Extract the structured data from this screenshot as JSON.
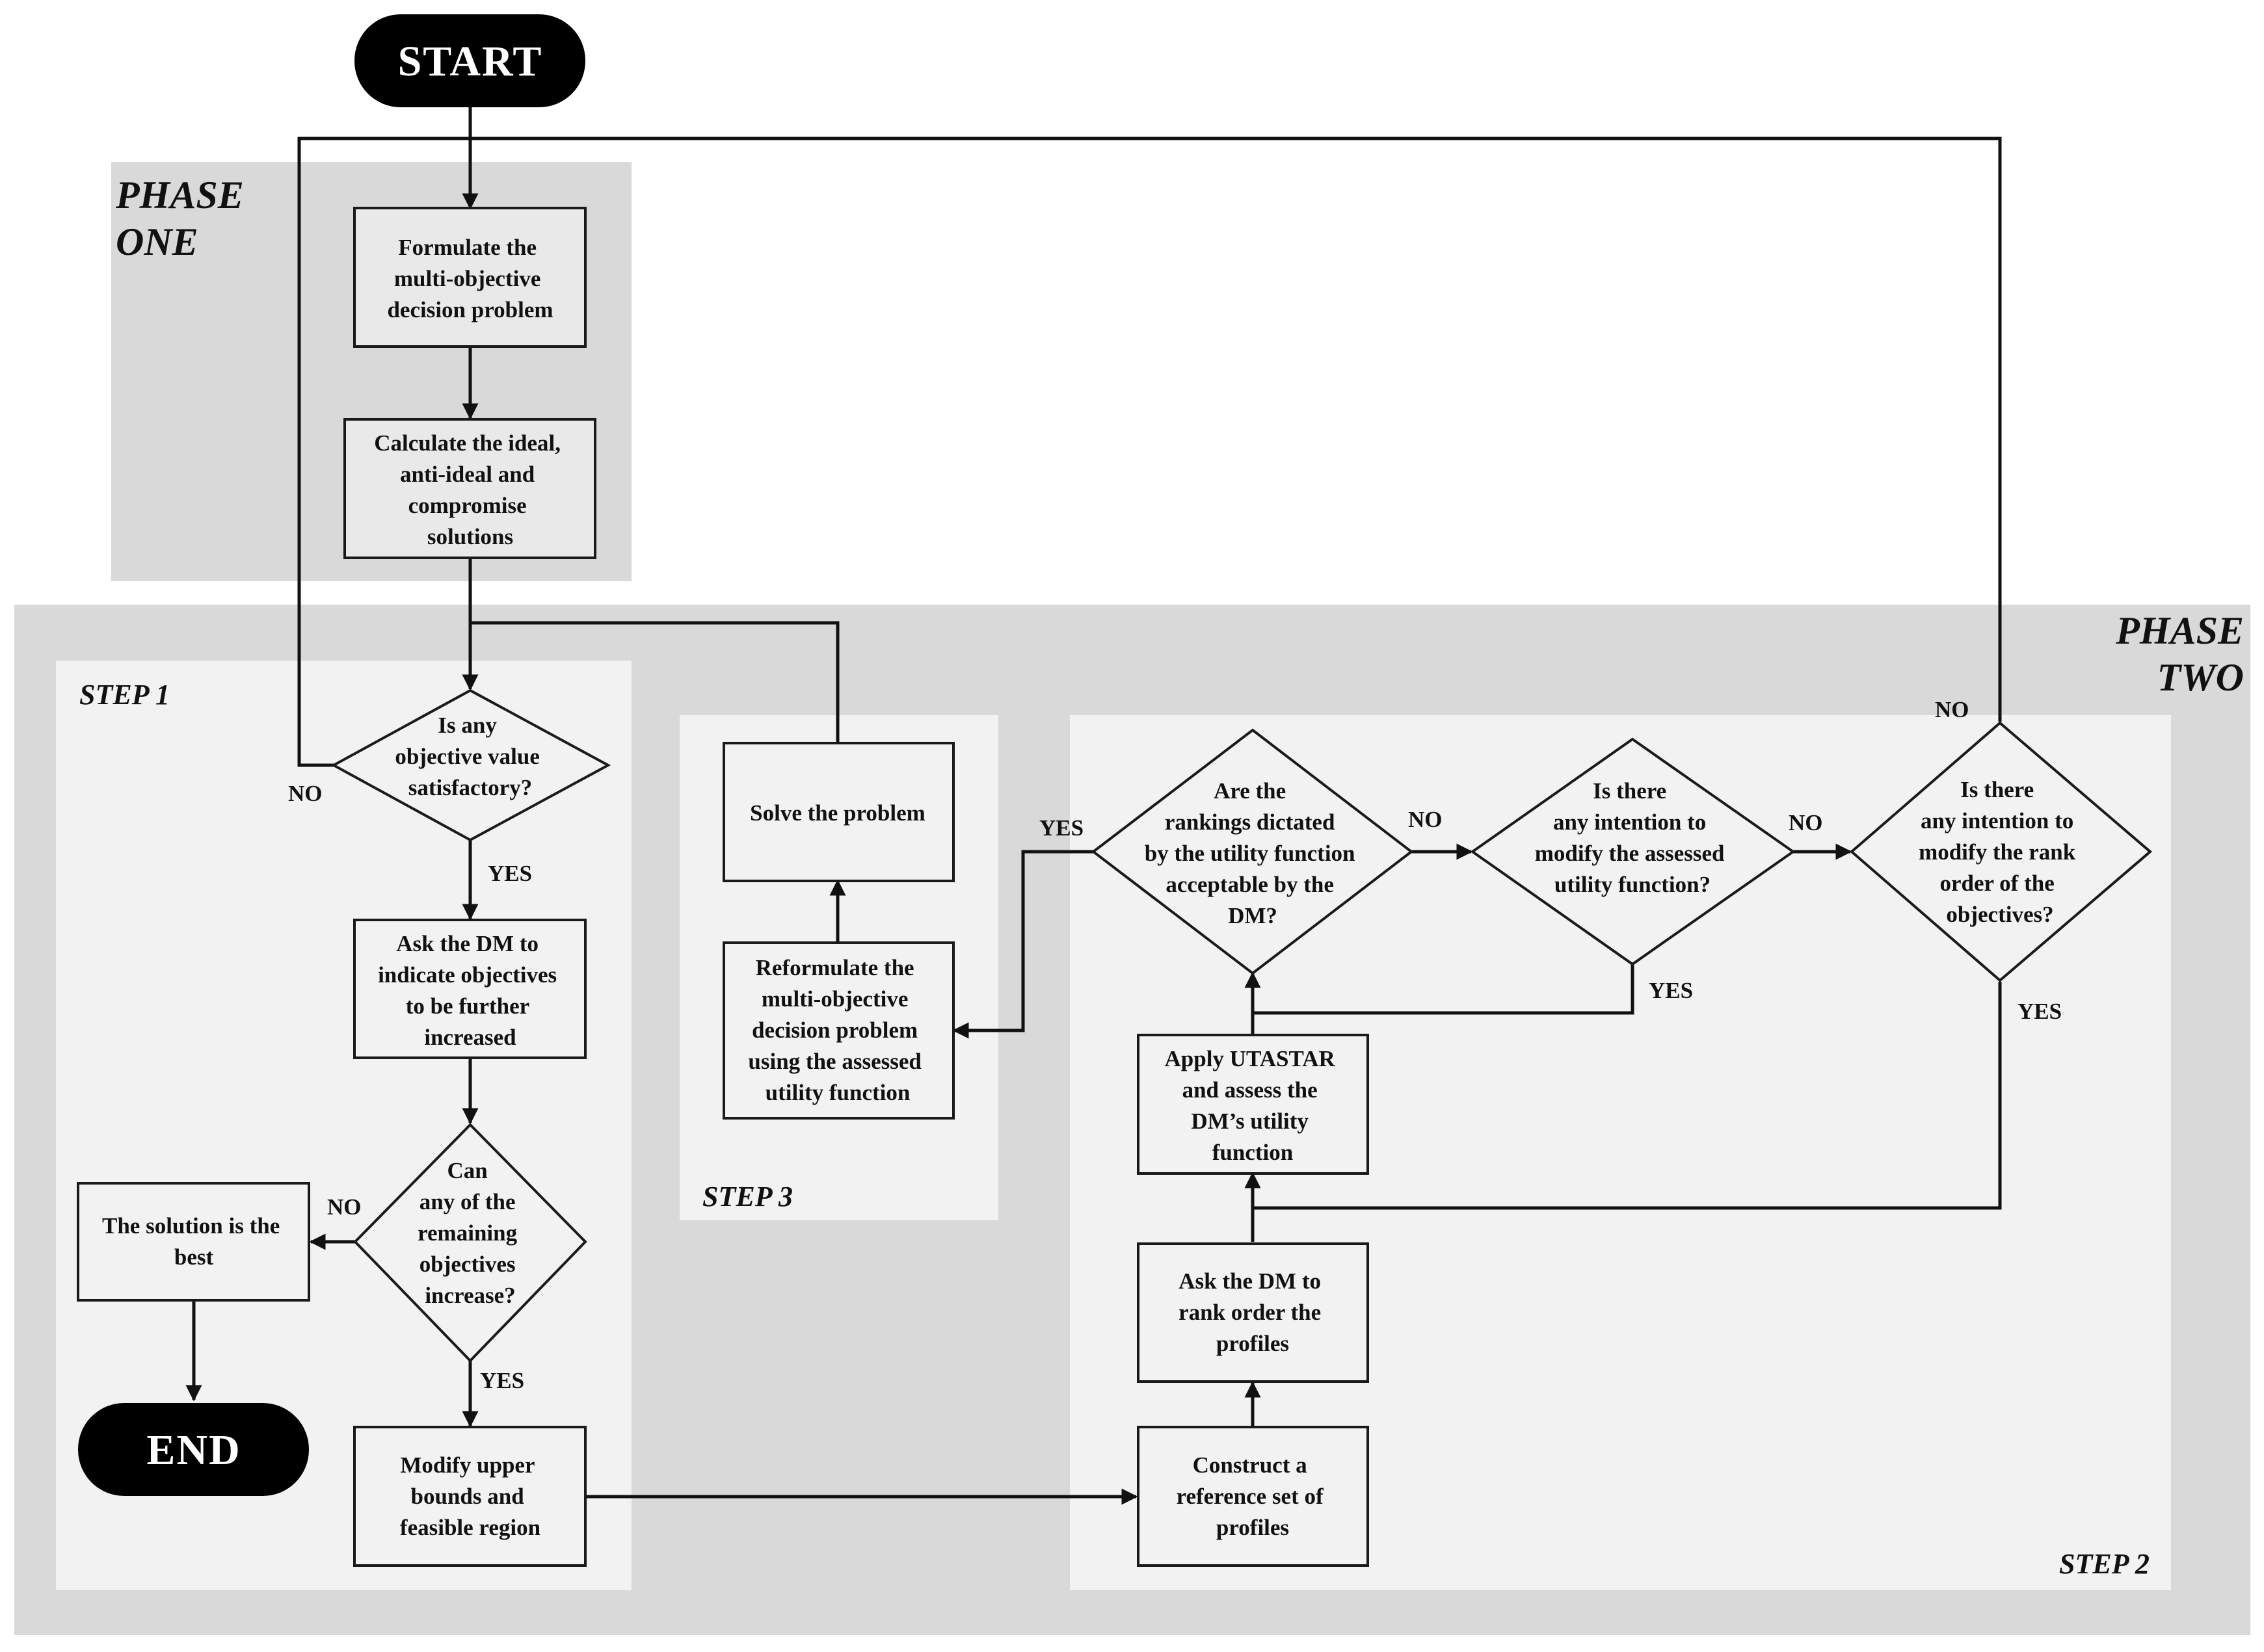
{
  "terminals": {
    "start": "START",
    "end": "END"
  },
  "phases": {
    "one_line1": "PHASE",
    "one_line2": "ONE",
    "two_line1": "PHASE",
    "two_line2": "TWO"
  },
  "steps": {
    "step1": "STEP 1",
    "step2": "STEP 2",
    "step3": "STEP 3"
  },
  "nodes": {
    "formulate": [
      "Formulate the",
      "multi-objective",
      "decision problem"
    ],
    "calculate": [
      "Calculate the ideal,",
      "anti-ideal and",
      "compromise",
      "solutions"
    ],
    "satisfactory": [
      "Is any",
      "objective value",
      "satisfactory?"
    ],
    "ask_indicate": [
      "Ask the DM to",
      "indicate objectives",
      "to be further",
      "increased"
    ],
    "can_increase": [
      "Can",
      "any of the",
      "remaining",
      "objectives",
      "increase?"
    ],
    "solution_best": [
      "The solution is the",
      "best"
    ],
    "modify_bounds": [
      "Modify upper",
      "bounds and",
      "feasible region"
    ],
    "solve": [
      "Solve the problem"
    ],
    "reformulate": [
      "Reformulate the",
      "multi-objective",
      "decision problem",
      "using the assessed",
      "utility function"
    ],
    "rankings_acceptable": [
      "Are the",
      "rankings dictated",
      "by the utility function",
      "acceptable by the",
      "DM?"
    ],
    "modify_utility": [
      "Is there",
      "any intention to",
      "modify the assessed",
      "utility function?"
    ],
    "modify_rank": [
      "Is there",
      "any intention to",
      "modify the rank",
      "order of the",
      "objectives?"
    ],
    "apply_utastar": [
      "Apply UTASTAR",
      "and assess the",
      "DM’s utility",
      "function"
    ],
    "ask_rank": [
      "Ask the DM to",
      "rank order the",
      "profiles"
    ],
    "construct": [
      "Construct a",
      "reference set of",
      "profiles"
    ]
  },
  "edge_labels": {
    "yes": "YES",
    "no": "NO"
  },
  "colors": {
    "phase_bg": "#d9d9d9",
    "step_bg": "#f2f2f2",
    "terminal": "#000000",
    "line": "#111111"
  }
}
